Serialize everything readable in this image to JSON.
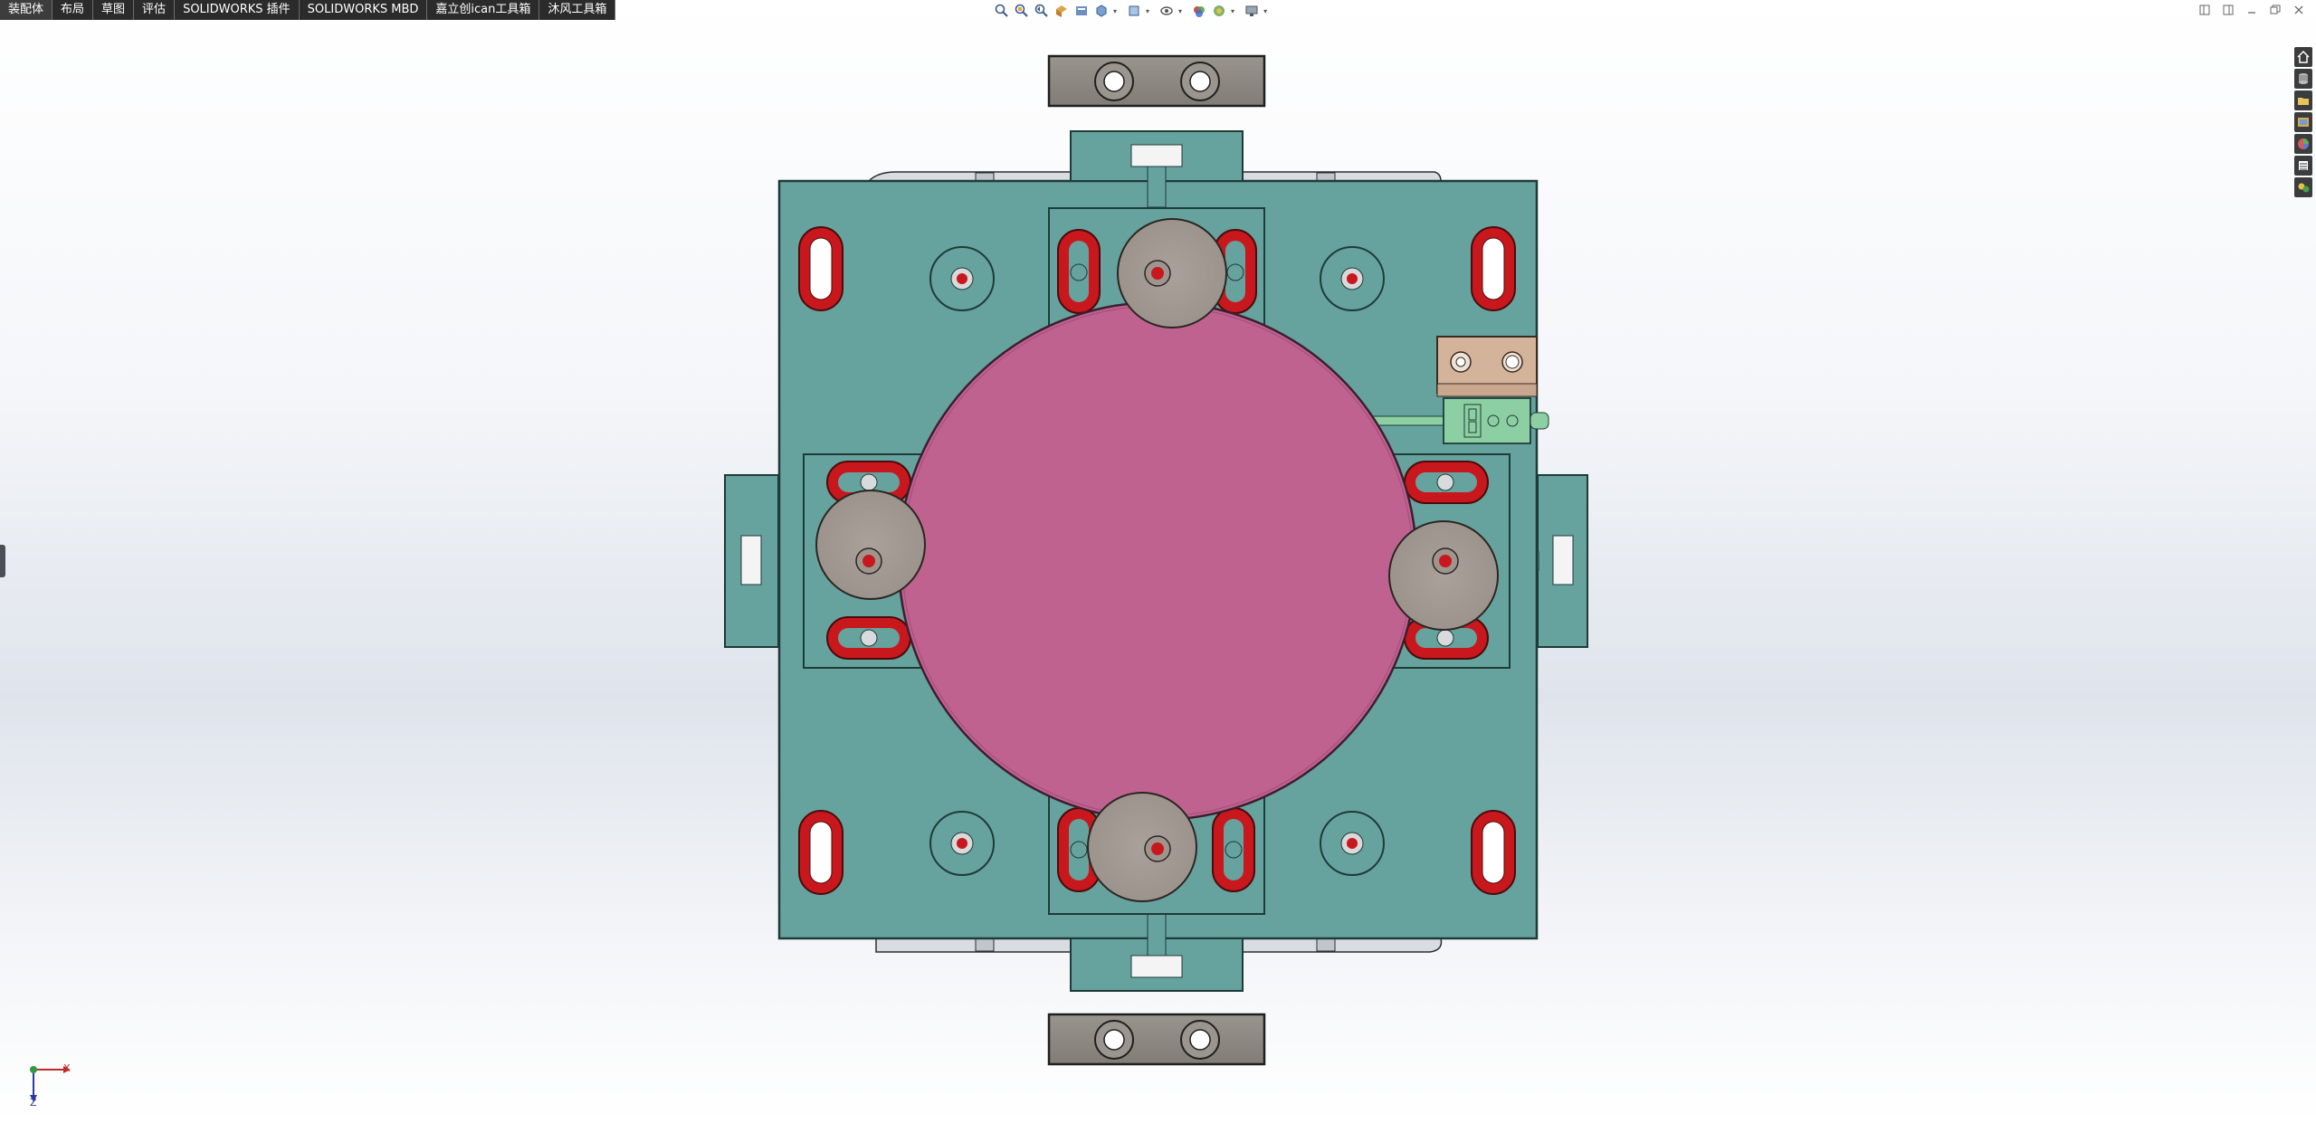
{
  "command_manager": {
    "tabs": [
      {
        "label": "装配体",
        "active": true
      },
      {
        "label": "布局"
      },
      {
        "label": "草图"
      },
      {
        "label": "评估"
      },
      {
        "label": "SOLIDWORKS 插件"
      },
      {
        "label": "SOLIDWORKS MBD"
      },
      {
        "label": "嘉立创ican工具箱"
      },
      {
        "label": "沐风工具箱"
      }
    ]
  },
  "heads_up_toolbar": {
    "icons": [
      "zoom-to-fit-icon",
      "zoom-to-area-icon",
      "previous-view-icon",
      "section-view-icon",
      "dynamic-annotation-icon",
      "view-orientation-icon",
      "display-style-icon",
      "hide-show-items-icon",
      "edit-appearance-icon",
      "apply-scene-icon",
      "view-settings-icon"
    ]
  },
  "task_pane": {
    "icons": [
      "home-icon",
      "resources-icon",
      "design-library-icon",
      "file-explorer-icon",
      "view-palette-icon",
      "appearances-icon",
      "custom-properties-icon"
    ]
  },
  "triad": {
    "x_label": "X",
    "z_label": "Z"
  },
  "colors": {
    "plate": "#66a29e",
    "plate_edge": "#1f3b38",
    "disc": "#bf6290",
    "roller": "#a39b93",
    "slot": "#c8181d",
    "end_block": "#8a847e",
    "sensor_bracket": "#d4b39b",
    "sensor_body": "#8ccfa3"
  }
}
